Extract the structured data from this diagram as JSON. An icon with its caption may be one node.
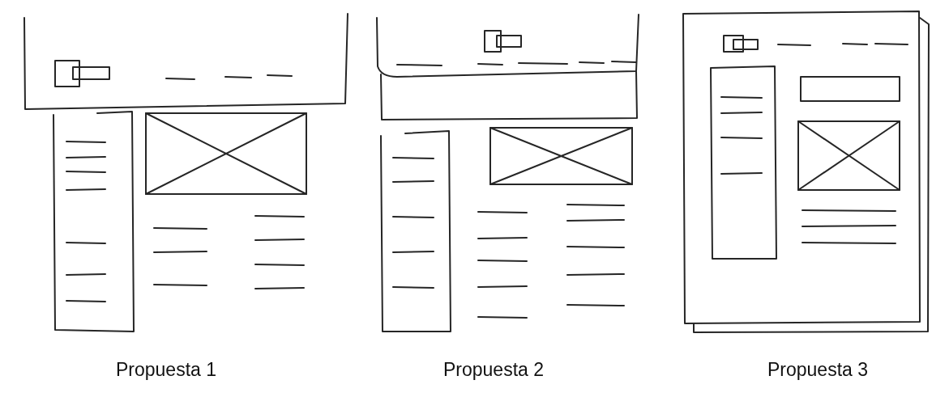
{
  "diagram": {
    "labels": [
      "Propuesta 1",
      "Propuesta 2",
      "Propuesta 3"
    ]
  }
}
